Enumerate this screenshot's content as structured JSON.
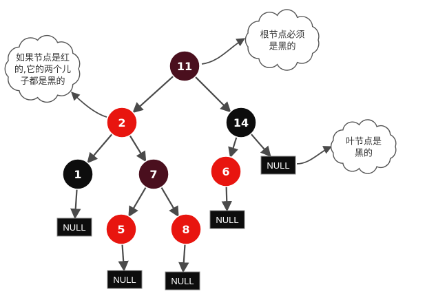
{
  "colors": {
    "red_node": "#e8150f",
    "black_node": "#0d0d0d",
    "dark_red_node": "#4a0f1e",
    "null_box": "#0d0d0d",
    "edge": "#4a4a4a",
    "cloud_stroke": "#555555"
  },
  "tree": {
    "nodes": [
      {
        "id": "n11",
        "label": "11",
        "color": "dark_red"
      },
      {
        "id": "n2",
        "label": "2",
        "color": "red"
      },
      {
        "id": "n14",
        "label": "14",
        "color": "black"
      },
      {
        "id": "n1",
        "label": "1",
        "color": "black"
      },
      {
        "id": "n7",
        "label": "7",
        "color": "dark_red"
      },
      {
        "id": "n6",
        "label": "6",
        "color": "red"
      },
      {
        "id": "n5",
        "label": "5",
        "color": "red"
      },
      {
        "id": "n8",
        "label": "8",
        "color": "red"
      }
    ],
    "null_leaves": [
      {
        "id": "null_14",
        "label": "NULL",
        "parent": "n14"
      },
      {
        "id": "null_1",
        "label": "NULL",
        "parent": "n1"
      },
      {
        "id": "null_6",
        "label": "NULL",
        "parent": "n6"
      },
      {
        "id": "null_5",
        "label": "NULL",
        "parent": "n5"
      },
      {
        "id": "null_8",
        "label": "NULL",
        "parent": "n8"
      }
    ],
    "edges": [
      [
        "n11",
        "n2"
      ],
      [
        "n11",
        "n14"
      ],
      [
        "n2",
        "n1"
      ],
      [
        "n2",
        "n7"
      ],
      [
        "n7",
        "n5"
      ],
      [
        "n7",
        "n8"
      ],
      [
        "n14",
        "n6"
      ],
      [
        "n14",
        "null_14"
      ],
      [
        "n1",
        "null_1"
      ],
      [
        "n6",
        "null_6"
      ],
      [
        "n5",
        "null_5"
      ],
      [
        "n8",
        "null_8"
      ]
    ]
  },
  "callouts": [
    {
      "id": "root_black",
      "lines": [
        "根节点必须",
        "是黑的"
      ],
      "target": "n11"
    },
    {
      "id": "red_children",
      "lines": [
        "如果节点是红",
        "的,它的两个儿",
        "子都是黑的"
      ],
      "target": "n2"
    },
    {
      "id": "leaf_black",
      "lines": [
        "叶节点是",
        "黑的"
      ],
      "target": "null_14"
    }
  ]
}
